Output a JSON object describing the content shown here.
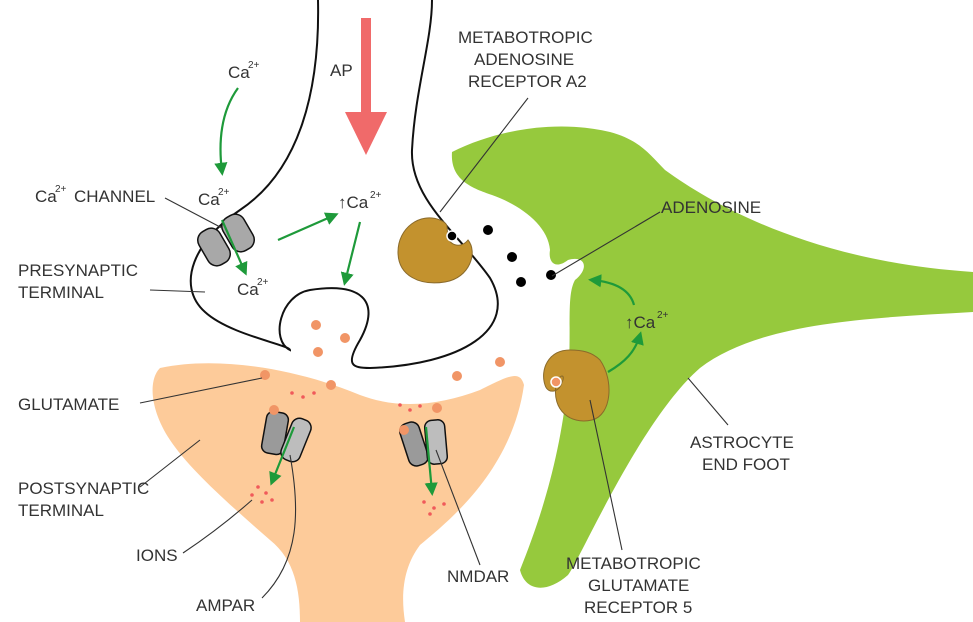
{
  "labels": {
    "ap": "AP",
    "ca_top": "Ca",
    "ca_sup": "2+",
    "ca_channel_prefix": "Ca",
    "ca_channel_suffix": "CHANNEL",
    "ca_channel_inner": "Ca",
    "ca_inside": "Ca",
    "ca_rise": "↑Ca",
    "ca_astro": "↑Ca",
    "presynaptic_1": "PRESYNAPTIC",
    "presynaptic_2": "TERMINAL",
    "glutamate": "GLUTAMATE",
    "postsynaptic_1": "POSTSYNAPTIC",
    "postsynaptic_2": "TERMINAL",
    "ions": "IONS",
    "ampar": "AMPAR",
    "nmdar": "NMDAR",
    "a2_1": "METABOTROPIC",
    "a2_2": "ADENOSINE",
    "a2_3": "RECEPTOR A2",
    "adenosine": "ADENOSINE",
    "astro_1": "ASTROCYTE",
    "astro_2": "END FOOT",
    "mglur_1": "METABOTROPIC",
    "mglur_2": "GLUTAMATE",
    "mglur_3": "RECEPTOR 5"
  },
  "colors": {
    "postsynaptic": "#fdcb9a",
    "astrocyte": "#96c93d",
    "receptor": "#c3922e",
    "channel": "#a8a8a8",
    "arrow_green": "#1e9a3a",
    "ap_arrow": "#f06a6a",
    "glutamate_dot": "#f19566",
    "ion_dot": "#f05a5a",
    "adenosine_dot": "#000000"
  }
}
